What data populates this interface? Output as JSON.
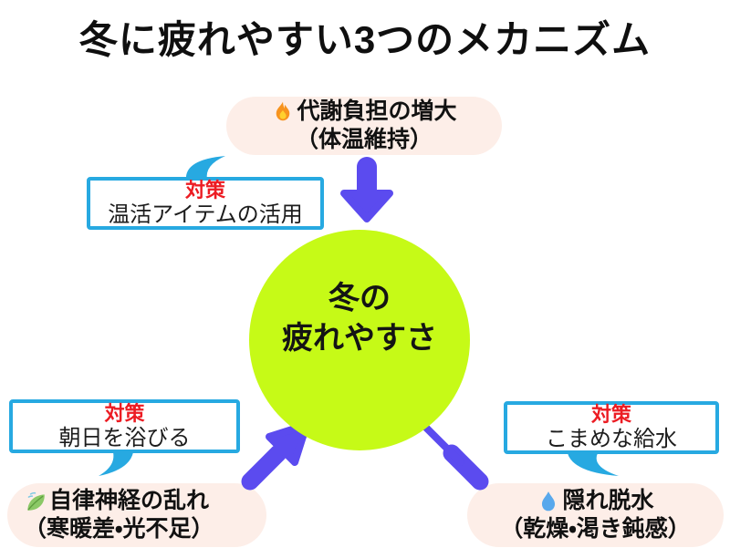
{
  "title": "冬に疲れやすい3つのメカニズム",
  "center_circle": {
    "line1": "冬の",
    "line2": "疲れやすさ"
  },
  "causes": {
    "metabolic": {
      "icon": "fire-icon",
      "line1": "代謝負担の増大",
      "line2": "（体温維持）"
    },
    "autonomic": {
      "icon": "leaf-icon",
      "line1": "自律神経の乱れ",
      "line2": "（寒暖差・光不足）"
    },
    "dehydration": {
      "icon": "droplet-icon",
      "line1": "隠れ脱水",
      "line2": "（乾燥・渇き鈍感）"
    }
  },
  "countermeasures": {
    "warming": {
      "label": "対策",
      "text": "温活アイテムの活用"
    },
    "sunlight": {
      "label": "対策",
      "text": "朝日を浴びる"
    },
    "hydration": {
      "label": "対策",
      "text": "こまめな給水"
    }
  },
  "colors": {
    "circle_green": "#C6FA17",
    "arrow_purple": "#5B4BEF",
    "pill_peach": "#FDEEE8",
    "box_border_blue": "#27A9E1",
    "label_red": "#EC1C23",
    "text_black": "#111111",
    "background": "#FFFFFF"
  }
}
